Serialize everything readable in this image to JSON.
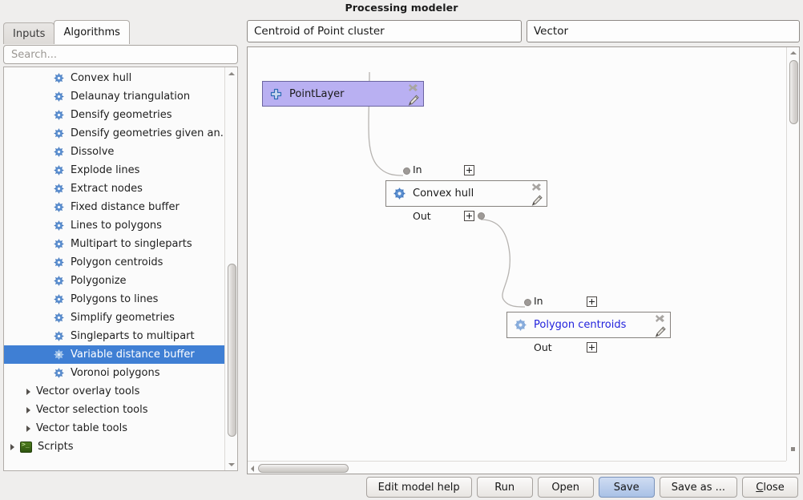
{
  "window": {
    "title": "Processing modeler"
  },
  "left_panel": {
    "tabs": [
      {
        "label": "Inputs",
        "active": false
      },
      {
        "label": "Algorithms",
        "active": true
      }
    ],
    "search": {
      "value": "",
      "placeholder": "Search..."
    },
    "algorithms": [
      {
        "label": "Convex hull",
        "type": "algorithm",
        "selected": false
      },
      {
        "label": "Delaunay triangulation",
        "type": "algorithm",
        "selected": false
      },
      {
        "label": "Densify geometries",
        "type": "algorithm",
        "selected": false
      },
      {
        "label": "Densify geometries given an...",
        "type": "algorithm",
        "selected": false
      },
      {
        "label": "Dissolve",
        "type": "algorithm",
        "selected": false
      },
      {
        "label": "Explode lines",
        "type": "algorithm",
        "selected": false
      },
      {
        "label": "Extract nodes",
        "type": "algorithm",
        "selected": false
      },
      {
        "label": "Fixed distance buffer",
        "type": "algorithm",
        "selected": false
      },
      {
        "label": "Lines to polygons",
        "type": "algorithm",
        "selected": false
      },
      {
        "label": "Multipart to singleparts",
        "type": "algorithm",
        "selected": false
      },
      {
        "label": "Polygon centroids",
        "type": "algorithm",
        "selected": false
      },
      {
        "label": "Polygonize",
        "type": "algorithm",
        "selected": false
      },
      {
        "label": "Polygons to lines",
        "type": "algorithm",
        "selected": false
      },
      {
        "label": "Simplify geometries",
        "type": "algorithm",
        "selected": false
      },
      {
        "label": "Singleparts to multipart",
        "type": "algorithm",
        "selected": false
      },
      {
        "label": "Variable distance buffer",
        "type": "algorithm",
        "selected": true
      },
      {
        "label": "Voronoi polygons",
        "type": "algorithm",
        "selected": false
      },
      {
        "label": "Vector overlay tools",
        "type": "group",
        "selected": false
      },
      {
        "label": "Vector selection tools",
        "type": "group",
        "selected": false
      },
      {
        "label": "Vector table tools",
        "type": "group",
        "selected": false
      },
      {
        "label": "Scripts",
        "type": "root",
        "selected": false
      }
    ],
    "selected_color": "#3f7fd4"
  },
  "model": {
    "name": "Centroid of Point cluster",
    "group": "Vector"
  },
  "canvas": {
    "nodes": [
      {
        "id": "pointlayer",
        "label": "PointLayer",
        "kind": "parameter",
        "icon": "plus-icon",
        "color": "#b9b0f2",
        "highlighted": false,
        "ports": {
          "in": null,
          "out": null
        }
      },
      {
        "id": "convexhull",
        "label": "Convex hull",
        "kind": "algorithm",
        "icon": "gear-icon",
        "color": "#fcfcfc",
        "highlighted": false,
        "ports": {
          "in": "In",
          "out": "Out"
        }
      },
      {
        "id": "polygoncentroids",
        "label": "Polygon centroids",
        "kind": "algorithm",
        "icon": "gear-icon",
        "color": "#fcfcfc",
        "highlighted": true,
        "ports": {
          "in": "In",
          "out": "Out"
        }
      }
    ],
    "node_buttons": {
      "remove": "close-icon",
      "edit": "pencil-icon"
    }
  },
  "buttons": [
    {
      "label": "Edit model help",
      "default": false,
      "accel": ""
    },
    {
      "label": "Run",
      "default": false,
      "accel": ""
    },
    {
      "label": "Open",
      "default": false,
      "accel": ""
    },
    {
      "label": "Save",
      "default": true,
      "accel": ""
    },
    {
      "label": "Save as ...",
      "default": false,
      "accel": ""
    },
    {
      "label": "Close",
      "default": false,
      "accel": "C"
    }
  ]
}
